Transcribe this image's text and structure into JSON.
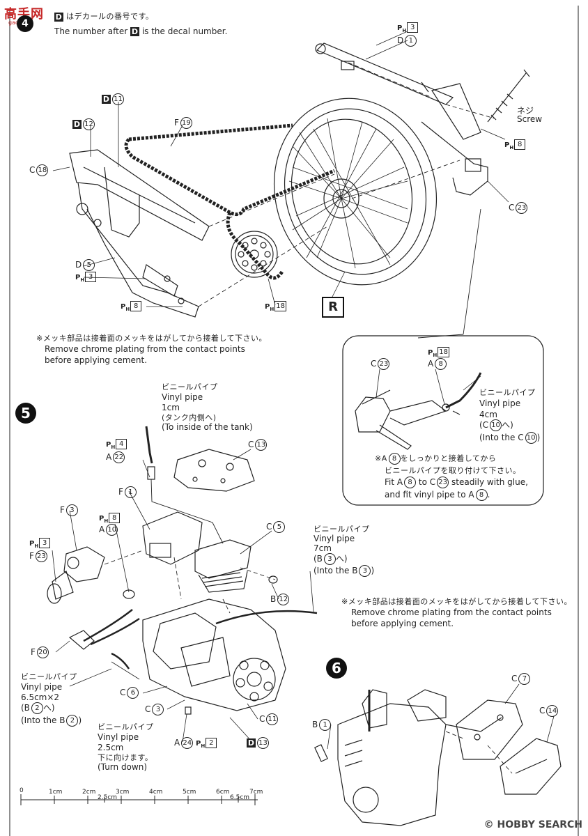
{
  "header": {
    "watermark_logo": "高手网",
    "watermark_sub": "gao.com",
    "decal_note_jp": "はデカールの番号です。",
    "decal_note_en_a": "The number after",
    "decal_note_en_b": "is the decal number.",
    "decal_letter": "D"
  },
  "step4": {
    "labels": {
      "ph3_top": "3",
      "d1_top": "1",
      "neji": "ネジ",
      "screw": "Screw",
      "ph8_right": "8",
      "c23": "23",
      "d11": "11",
      "d12": "12",
      "f19": "19",
      "c18": "18",
      "d5": "5",
      "ph3_left": "3",
      "ph8_bottom": "8",
      "ph18": "18",
      "r_mark": "R"
    },
    "note_jp": "※メッキ部品は接着面のメッキをはがしてから接着して下さい。",
    "note_en1": "Remove chrome plating from the contact points",
    "note_en2": "before applying cement."
  },
  "detail": {
    "c23": "23",
    "ph18": "18",
    "a8": "8",
    "pipe_jp": "ビニールパイプ",
    "pipe_en": "Vinyl pipe",
    "pipe_len": "4cm",
    "pipe_to_jp_pre": "(C",
    "pipe_to_jp_num": "10",
    "pipe_to_jp_post": "へ)",
    "pipe_to_en_pre": "(Into the C",
    "pipe_to_en_num": "10",
    "pipe_to_en_post": ")",
    "note_jp1_pre": "※A",
    "note_jp1_num": "8",
    "note_jp1_post": "をしっかりと接着してから",
    "note_jp2": "ビニールパイプを取り付けて下さい。",
    "note_en1_a": "Fit A",
    "note_en1_n1": "8",
    "note_en1_b": "to C",
    "note_en1_n2": "23",
    "note_en1_c": "steadily with glue,",
    "note_en2_a": "and fit vinyl pipe to A",
    "note_en2_n": "8",
    "note_en2_b": "."
  },
  "step5": {
    "number": "5",
    "pipe1": {
      "jp": "ビニールパイプ",
      "en": "Vinyl pipe",
      "len": "1cm",
      "to_jp": "(タンク内側へ)",
      "to_en": "(To inside of the tank)"
    },
    "labels": {
      "ph4": "4",
      "a22": "22",
      "c13": "13",
      "f1": "1",
      "f3": "3",
      "ph8": "8",
      "a10": "10",
      "ph3": "3",
      "f23": "23",
      "c5": "5",
      "b12": "12",
      "f20": "20",
      "c6": "6",
      "c3": "3",
      "c11": "11",
      "a24": "24",
      "ph2": "2",
      "d13": "13"
    },
    "pipe7": {
      "jp": "ビニールパイプ",
      "en": "Vinyl pipe",
      "len": "7cm",
      "to_jp_pre": "(B",
      "to_jp_num": "3",
      "to_jp_post": "へ)",
      "to_en_pre": "(Into the B",
      "to_en_num": "3",
      "to_en_post": ")"
    },
    "pipe65": {
      "jp": "ビニールパイプ",
      "en": "Vinyl pipe",
      "len": "6.5cm×2",
      "to_jp_pre": "(B",
      "to_jp_num": "2",
      "to_jp_post": "へ)",
      "to_en_pre": "(Into the B",
      "to_en_num": "2",
      "to_en_post": ")"
    },
    "pipe25": {
      "jp": "ビニールパイプ",
      "en": "Vinyl pipe",
      "len": "2.5cm",
      "dir_jp": "下に向けます。",
      "dir_en": "(Turn down)"
    },
    "note_jp": "※メッキ部品は接着面のメッキをはがしてから接着して下さい。",
    "note_en1": "Remove chrome plating from the contact points",
    "note_en2": "before applying cement."
  },
  "step6": {
    "number": "6",
    "labels": {
      "b1": "1",
      "c7": "7",
      "c14": "14"
    }
  },
  "scale": {
    "ticks": [
      "0",
      "1cm",
      "2cm",
      "2.5cm",
      "3cm",
      "4cm",
      "5cm",
      "6cm",
      "6.5cm",
      "7cm"
    ]
  },
  "footer": {
    "watermark": "© HOBBY SEARCH"
  }
}
